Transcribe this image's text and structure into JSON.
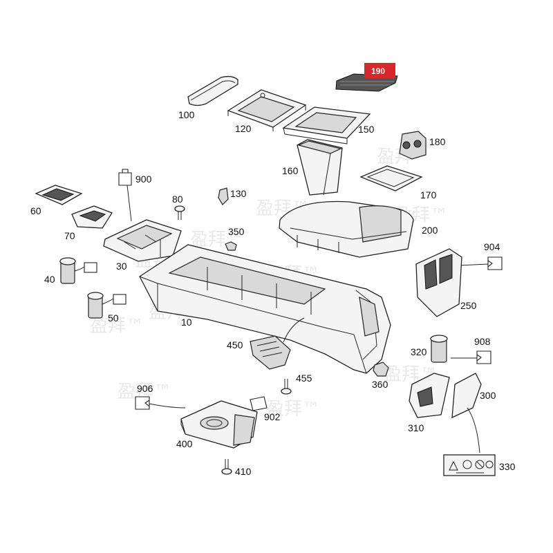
{
  "diagram": {
    "callouts": {
      "p100": "100",
      "p120": "120",
      "p150": "150",
      "p190": "190",
      "p180": "180",
      "p160": "160",
      "p170": "170",
      "p900": "900",
      "p80": "80",
      "p130": "130",
      "p60": "60",
      "p70": "70",
      "p350": "350",
      "p200": "200",
      "p30": "30",
      "p904": "904",
      "p40": "40",
      "p50": "50",
      "p10": "10",
      "p250": "250",
      "p450": "450",
      "p908": "908",
      "p320": "320",
      "p455": "455",
      "p360": "360",
      "p906": "906",
      "p300": "300",
      "p902": "902",
      "p310": "310",
      "p400": "400",
      "p330": "330",
      "p410": "410"
    },
    "highlight_color": "#d9262a",
    "watermark": "盈拜™"
  }
}
